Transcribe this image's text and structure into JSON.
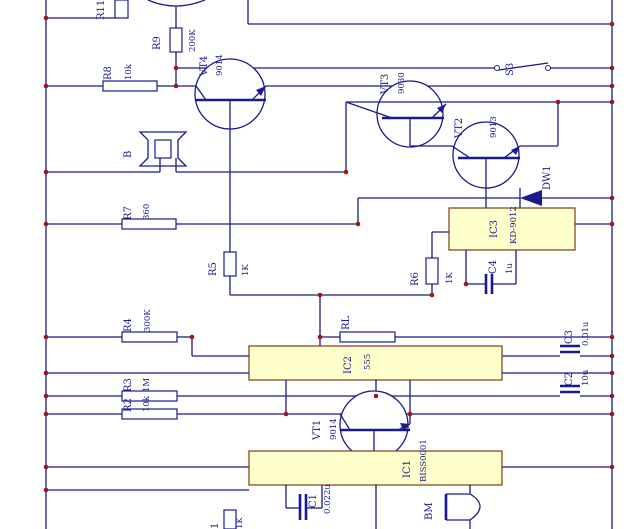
{
  "components": {
    "r11": "R11",
    "r9": {
      "ref": "R9",
      "value": "200K"
    },
    "r8": {
      "ref": "R8",
      "value": "10k"
    },
    "vt4": {
      "ref": "VT4",
      "value": "9014"
    },
    "s3": "S3",
    "vt3": {
      "ref": "VT3",
      "value": "9030"
    },
    "vt2": {
      "ref": "VT2",
      "value": "9013"
    },
    "b": "B",
    "dw1": "DW1",
    "r7": {
      "ref": "R7",
      "value": "360"
    },
    "ic3": {
      "ref": "IC3",
      "value": "KD-9012"
    },
    "r5": {
      "ref": "R5",
      "value": "1K"
    },
    "r6": {
      "ref": "R6",
      "value": "1K"
    },
    "c4": {
      "ref": "C4",
      "value": "1u"
    },
    "r4": {
      "ref": "R4",
      "value": "300K"
    },
    "rl": "RL",
    "c3": {
      "ref": "C3",
      "value": "0.01u"
    },
    "ic2": {
      "ref": "IC2",
      "value": "555"
    },
    "r3": {
      "ref": "R3",
      "value": "1M"
    },
    "c2": {
      "ref": "C2",
      "value": "10u"
    },
    "r2": {
      "ref": "R2",
      "value": "10k"
    },
    "vt1": {
      "ref": "VT1",
      "value": "9014"
    },
    "ic1": {
      "ref": "IC1",
      "value": "BISS0001"
    },
    "c1": {
      "ref": "C1",
      "value": "0.022u"
    },
    "bm": "BM",
    "r1": {
      "ref": "1",
      "value": "1K"
    }
  }
}
